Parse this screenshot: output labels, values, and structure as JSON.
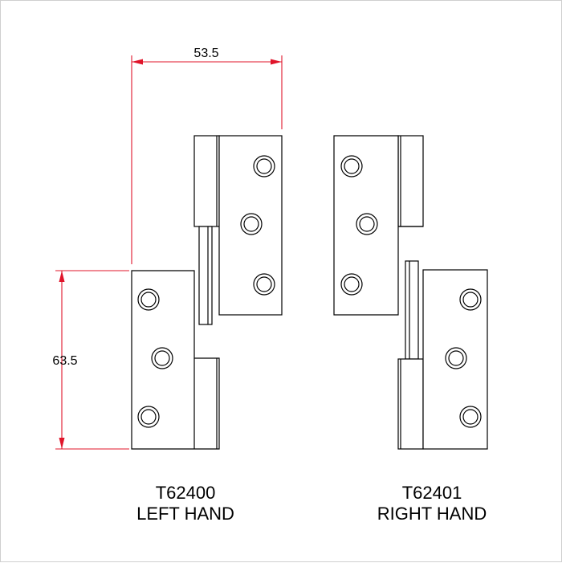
{
  "dimensions": {
    "width_label": "53.5",
    "height_label": "63.5",
    "color": "#e0142a"
  },
  "hinges": [
    {
      "part_number": "T62400",
      "hand": "LEFT HAND"
    },
    {
      "part_number": "T62401",
      "hand": "RIGHT HAND"
    }
  ]
}
